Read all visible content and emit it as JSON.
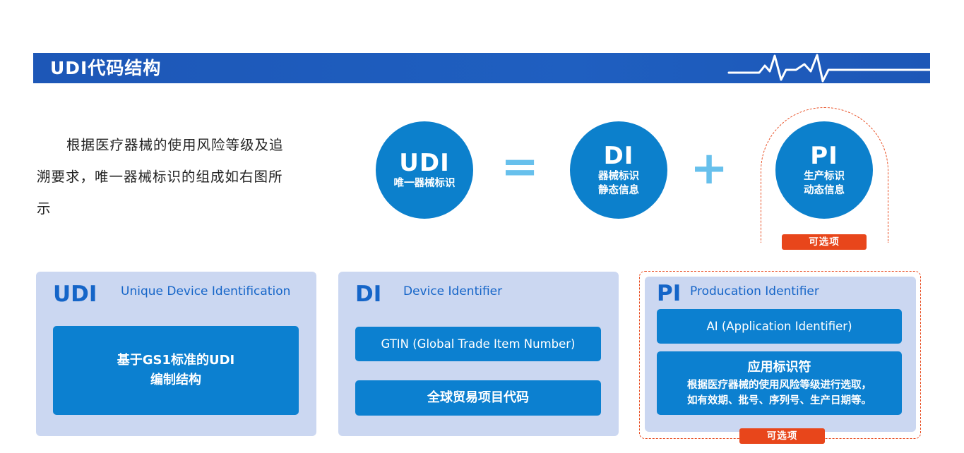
{
  "header": {
    "title": "UDI代码结构"
  },
  "intro": {
    "text": "根据医疗器械的使用风险等级及追溯要求，唯一器械标识的组成如右图所示"
  },
  "equation": {
    "udi": {
      "code": "UDI",
      "label": "唯一器械标识"
    },
    "equals": "=",
    "di": {
      "code": "DI",
      "line1": "器械标识",
      "line2": "静态信息"
    },
    "plus": "+",
    "pi": {
      "code": "PI",
      "line1": "生产标识",
      "line2": "动态信息"
    },
    "optional_badge": "可选项"
  },
  "panels": {
    "udi": {
      "title": "UDI",
      "subtitle": "Unique Device Identification",
      "box_line1": "基于GS1标准的UDI",
      "box_line2": "编制结构"
    },
    "di": {
      "title": "DI",
      "subtitle": "Device Identifier",
      "box1": "GTIN  (Global Trade Item Number)",
      "box2": "全球贸易项目代码"
    },
    "pi": {
      "title": "PI",
      "subtitle": "Producation Identifier",
      "box1": "AI  (Application Identifier)",
      "box2_title": "应用标识符",
      "box2_line1": "根据医疗器械的使用风险等级进行选取，",
      "box2_line2": "如有效期、批号、序列号、生产日期等。",
      "optional_badge": "可选项"
    }
  },
  "colors": {
    "header_blue": "#1d57b7",
    "circle_blue": "#0c80cc",
    "panel_bg": "#cbd7f1",
    "accent_red": "#e8461b",
    "operator_blue": "#67c0ec"
  }
}
